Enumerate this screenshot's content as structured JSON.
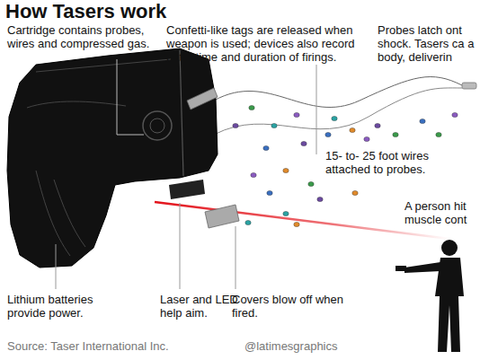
{
  "diagram": {
    "title": "How Tasers work",
    "labels": [
      "Cartridge contains probes, wires and compressed gas.",
      "Confetti-like tags are released when weapon is used; devices also record date, time and duration of firings.",
      "Probes latch ont shock. Tasers ca a body, deliverin",
      "15- to- 25 foot wires attached to probes.",
      "A person hit muscle cont",
      "Lithium batteries provide power.",
      "Laser and LED help aim.",
      "Covers blow off when fired.",
      "Source: Taser International Inc.",
      "@latimesgraphics"
    ]
  }
}
